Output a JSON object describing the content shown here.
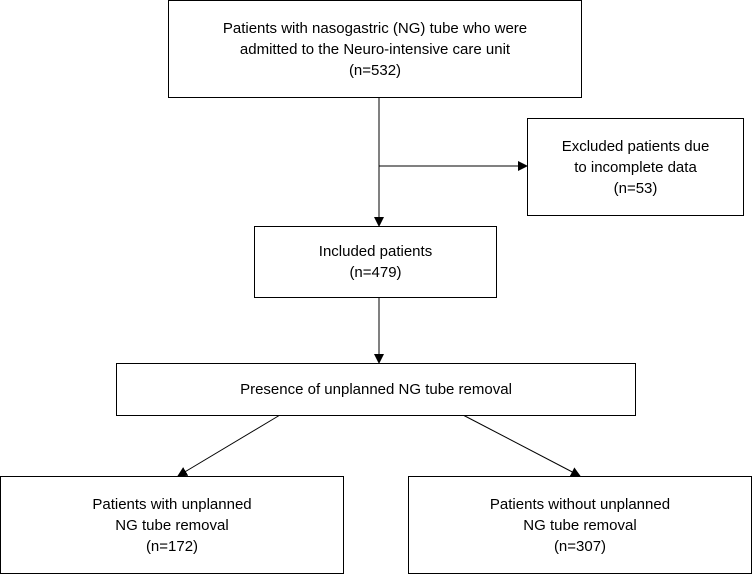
{
  "boxes": {
    "enrolled": {
      "lines": [
        "Patients with nasogastric (NG) tube who were",
        "admitted to the Neuro-intensive care unit",
        "(n=532)"
      ]
    },
    "excluded": {
      "lines": [
        "Excluded patients due",
        "to incomplete data",
        "(n=53)"
      ]
    },
    "included": {
      "lines": [
        "Included patients",
        "(n=479)"
      ]
    },
    "presence": {
      "lines": [
        "Presence of unplanned NG tube removal"
      ]
    },
    "with_removal": {
      "lines": [
        "Patients with unplanned",
        "NG tube removal",
        "(n=172)"
      ]
    },
    "without_removal": {
      "lines": [
        "Patients without unplanned",
        "NG tube removal",
        "(n=307)"
      ]
    }
  }
}
